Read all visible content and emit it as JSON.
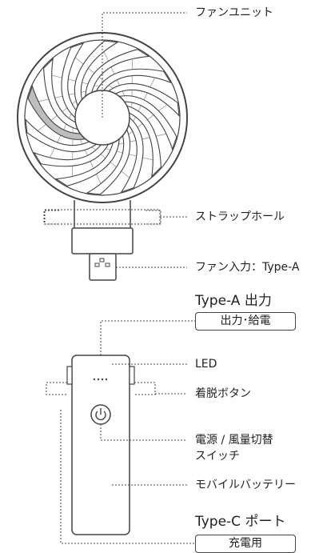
{
  "labels": {
    "fan_unit": "ファンユニット",
    "strap_hole": "ストラップホール",
    "fan_input": "ファン入力：Type-A",
    "typea_out_title": "Type-A 出力",
    "typea_out_badge": "出力･給電",
    "led": "LED",
    "detach_button": "着脱ボタン",
    "power_switch_line1": "電源 / 風量切替",
    "power_switch_line2": "スイッチ",
    "battery": "モバイルバッテリー",
    "typec_title": "Type-C ポート",
    "typec_badge": "充電用"
  },
  "icons": {
    "power": "power-icon",
    "usb_a": "usb-a-icon",
    "fan": "fan-icon"
  },
  "colors": {
    "line": "#444444",
    "blade_fill": "#bdbdbd",
    "text": "#222222"
  }
}
